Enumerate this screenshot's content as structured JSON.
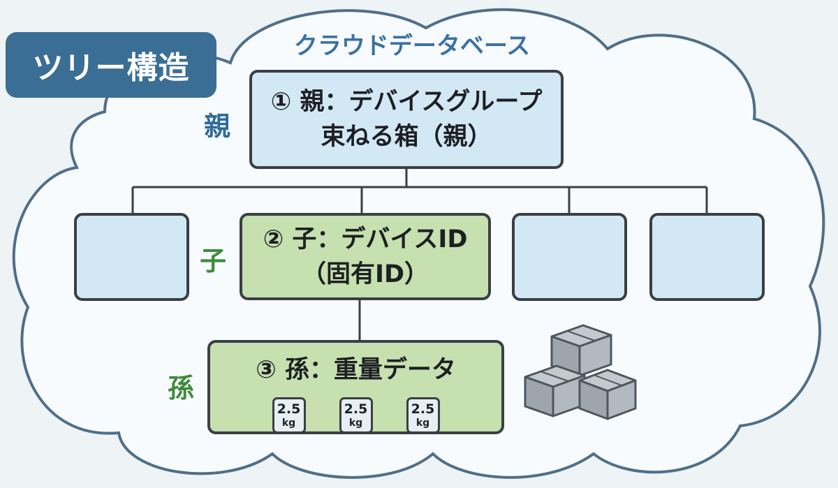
{
  "badge": {
    "label": "ツリー構造"
  },
  "cloud": {
    "title": "クラウドデータベース"
  },
  "levels": {
    "parent": {
      "side_label": "親",
      "color": "#2f6b9a",
      "line1": "① 親：デバイスグループ",
      "line2": "束ねる箱（親）"
    },
    "child": {
      "side_label": "子",
      "color": "#3d8a3a",
      "line1": "② 子：デバイスID",
      "line2": "（固有ID）"
    },
    "grandchild": {
      "side_label": "孫",
      "color": "#3d8a3a",
      "line1": "③ 孫：重量データ",
      "weights": [
        {
          "value": "2.5",
          "unit": "kg"
        },
        {
          "value": "2.5",
          "unit": "kg"
        },
        {
          "value": "2.5",
          "unit": "kg"
        }
      ]
    }
  },
  "colors": {
    "badge_bg": "#3b6e94",
    "parent_fill": "#d3e8f5",
    "child_fill": "#c6e0b0",
    "box_stroke": "#3a3f44",
    "cloud_outline": "#4f6f88"
  },
  "icons": {
    "boxes": "stacked-cardboard-boxes-icon"
  }
}
